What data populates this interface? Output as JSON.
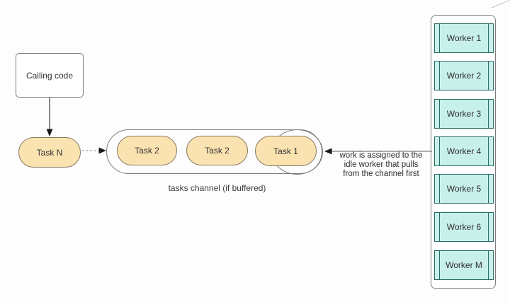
{
  "diagram": {
    "calling_code": {
      "label": "Calling code"
    },
    "task_n": {
      "label": "Task N"
    },
    "channel": {
      "label": "tasks channel (if buffered)",
      "tasks": [
        {
          "label": "Task 2"
        },
        {
          "label": "Task 2"
        },
        {
          "label": "Task 1"
        }
      ]
    },
    "annotation": {
      "lines": [
        "work is assigned to the",
        "idle worker that pulls",
        "from the channel first"
      ]
    },
    "workers": {
      "items": [
        {
          "label": "Worker 1"
        },
        {
          "label": "Worker 2"
        },
        {
          "label": "Worker 3"
        },
        {
          "label": "Worker 4"
        },
        {
          "label": "Worker 5"
        },
        {
          "label": "Worker 6"
        },
        {
          "label": "Worker M"
        }
      ]
    },
    "colors": {
      "task_fill": "#fbe3b1",
      "task_border": "#87795c",
      "worker_fill": "#c8f0ea",
      "worker_border": "#2d6a64",
      "outline": "#7c7c7c",
      "text": "#333333"
    }
  }
}
